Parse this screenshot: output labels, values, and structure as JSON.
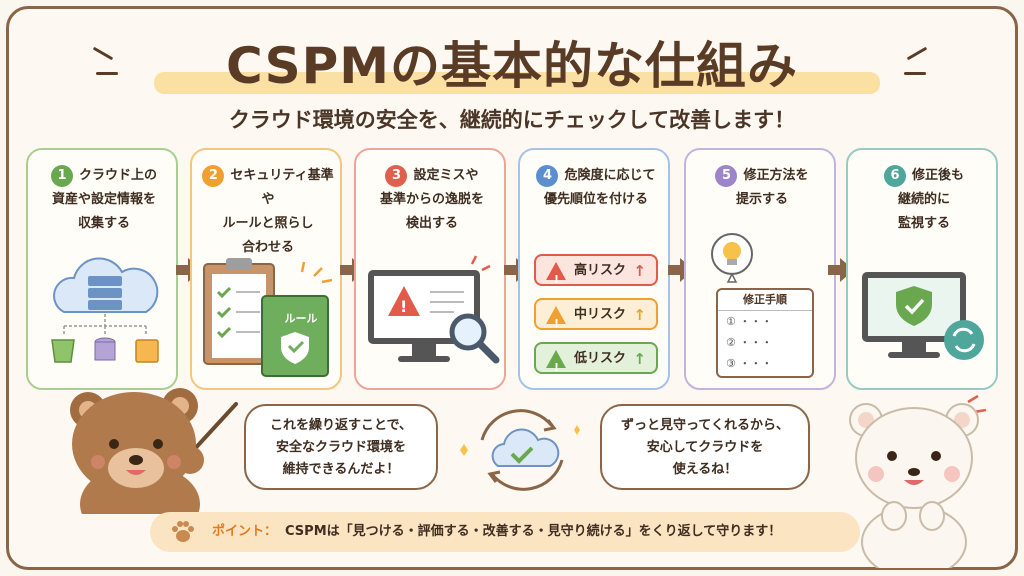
{
  "header": {
    "title": "CSPMの基本的な仕組み",
    "subtitle": "クラウド環境の安全を、継続的にチェックして改善します！"
  },
  "steps": [
    {
      "num": "1",
      "lines": [
        "クラウド上の",
        "資産や設定情報を",
        "収集する"
      ],
      "color": "#6aa84f"
    },
    {
      "num": "2",
      "lines": [
        "セキュリティ基準や",
        "ルールと照らし",
        "合わせる"
      ],
      "color": "#f0a030"
    },
    {
      "num": "3",
      "lines": [
        "設定ミスや",
        "基準からの逸脱を",
        "検出する"
      ],
      "color": "#e06050"
    },
    {
      "num": "4",
      "lines": [
        "危険度に応じて",
        "優先順位を付ける",
        ""
      ],
      "color": "#5b8fcf"
    },
    {
      "num": "5",
      "lines": [
        "修正方法を",
        "提示する",
        ""
      ],
      "color": "#9c85c8"
    },
    {
      "num": "6",
      "lines": [
        "修正後も",
        "継続的に",
        "監視する"
      ],
      "color": "#4fa69a"
    }
  ],
  "step2": {
    "book_label": "ルール"
  },
  "step4": {
    "risks": [
      {
        "label": "高リスク",
        "color": "#e25a4a",
        "bg": "#fde5df"
      },
      {
        "label": "中リスク",
        "color": "#f0a030",
        "bg": "#fdefd6"
      },
      {
        "label": "低リスク",
        "color": "#6aa84f",
        "bg": "#e3f1da"
      }
    ]
  },
  "step5": {
    "doc_title": "修正手順",
    "items": [
      "①",
      "②",
      "③"
    ],
    "dots": "・・・"
  },
  "bubbles": {
    "left": [
      "これを繰り返すことで、",
      "安全なクラウド環境を",
      "維持できるんだよ！"
    ],
    "right": [
      "ずっと見守ってくれるから、",
      "安心してクラウドを",
      "使えるね！"
    ]
  },
  "point": {
    "label": "ポイント：",
    "text": "CSPMは「見つける・評価する・改善する・見守り続ける」をくり返して守ります！"
  },
  "colors": {
    "brown": "#8a6548",
    "accent": "#e07a1f"
  }
}
